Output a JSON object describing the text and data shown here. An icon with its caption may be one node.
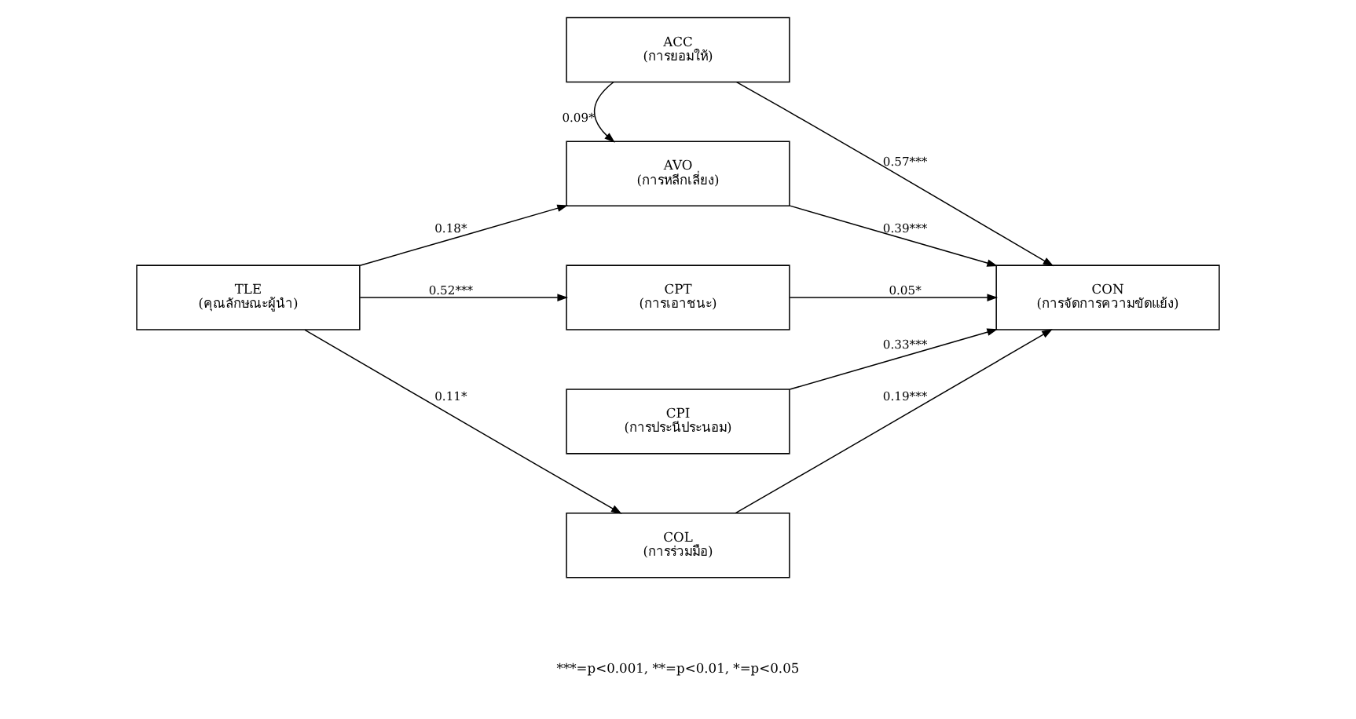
{
  "diagram": {
    "nodes": [
      {
        "text": [
          "TLE",
          "(คุณลักษณะผู้นำ)"
        ]
      },
      {
        "text": [
          "ACC",
          "(การยอมให้)"
        ]
      },
      {
        "text": [
          "AVO",
          "(การหลีกเลี่ยง)"
        ]
      },
      {
        "text": [
          "CPT",
          "(การเอาชนะ)"
        ]
      },
      {
        "text": [
          "CPI",
          "(การประนีประนอม)"
        ]
      },
      {
        "text": [
          "COL",
          "(การร่วมมือ)"
        ]
      },
      {
        "text": [
          "CON",
          "(การจัดการความขัดแย้ง)"
        ]
      }
    ],
    "edges": [
      {
        "from": 1,
        "to": 2,
        "arrow": "to",
        "label": "0.09*"
      },
      {
        "from": 0,
        "to": 2,
        "arrow": "to",
        "label": "0.18*"
      },
      {
        "from": 0,
        "to": 3,
        "arrow": "to",
        "label": "0.52***"
      },
      {
        "from": 0,
        "to": 5,
        "arrow": "to",
        "label": "0.11*"
      },
      {
        "from": 1,
        "to": 6,
        "arrow": "to",
        "label": "0.57***"
      },
      {
        "from": 2,
        "to": 6,
        "arrow": "to",
        "label": "0.39***"
      },
      {
        "from": 3,
        "to": 6,
        "arrow": "to",
        "label": "0.05*"
      },
      {
        "from": 4,
        "to": 6,
        "arrow": "to",
        "label": "0.33***"
      },
      {
        "from": 5,
        "to": 6,
        "arrow": "to",
        "label": "0.19***"
      }
    ],
    "labels": [
      "***=p<0.001, **=p<0.01, *=p<0.05"
    ]
  }
}
